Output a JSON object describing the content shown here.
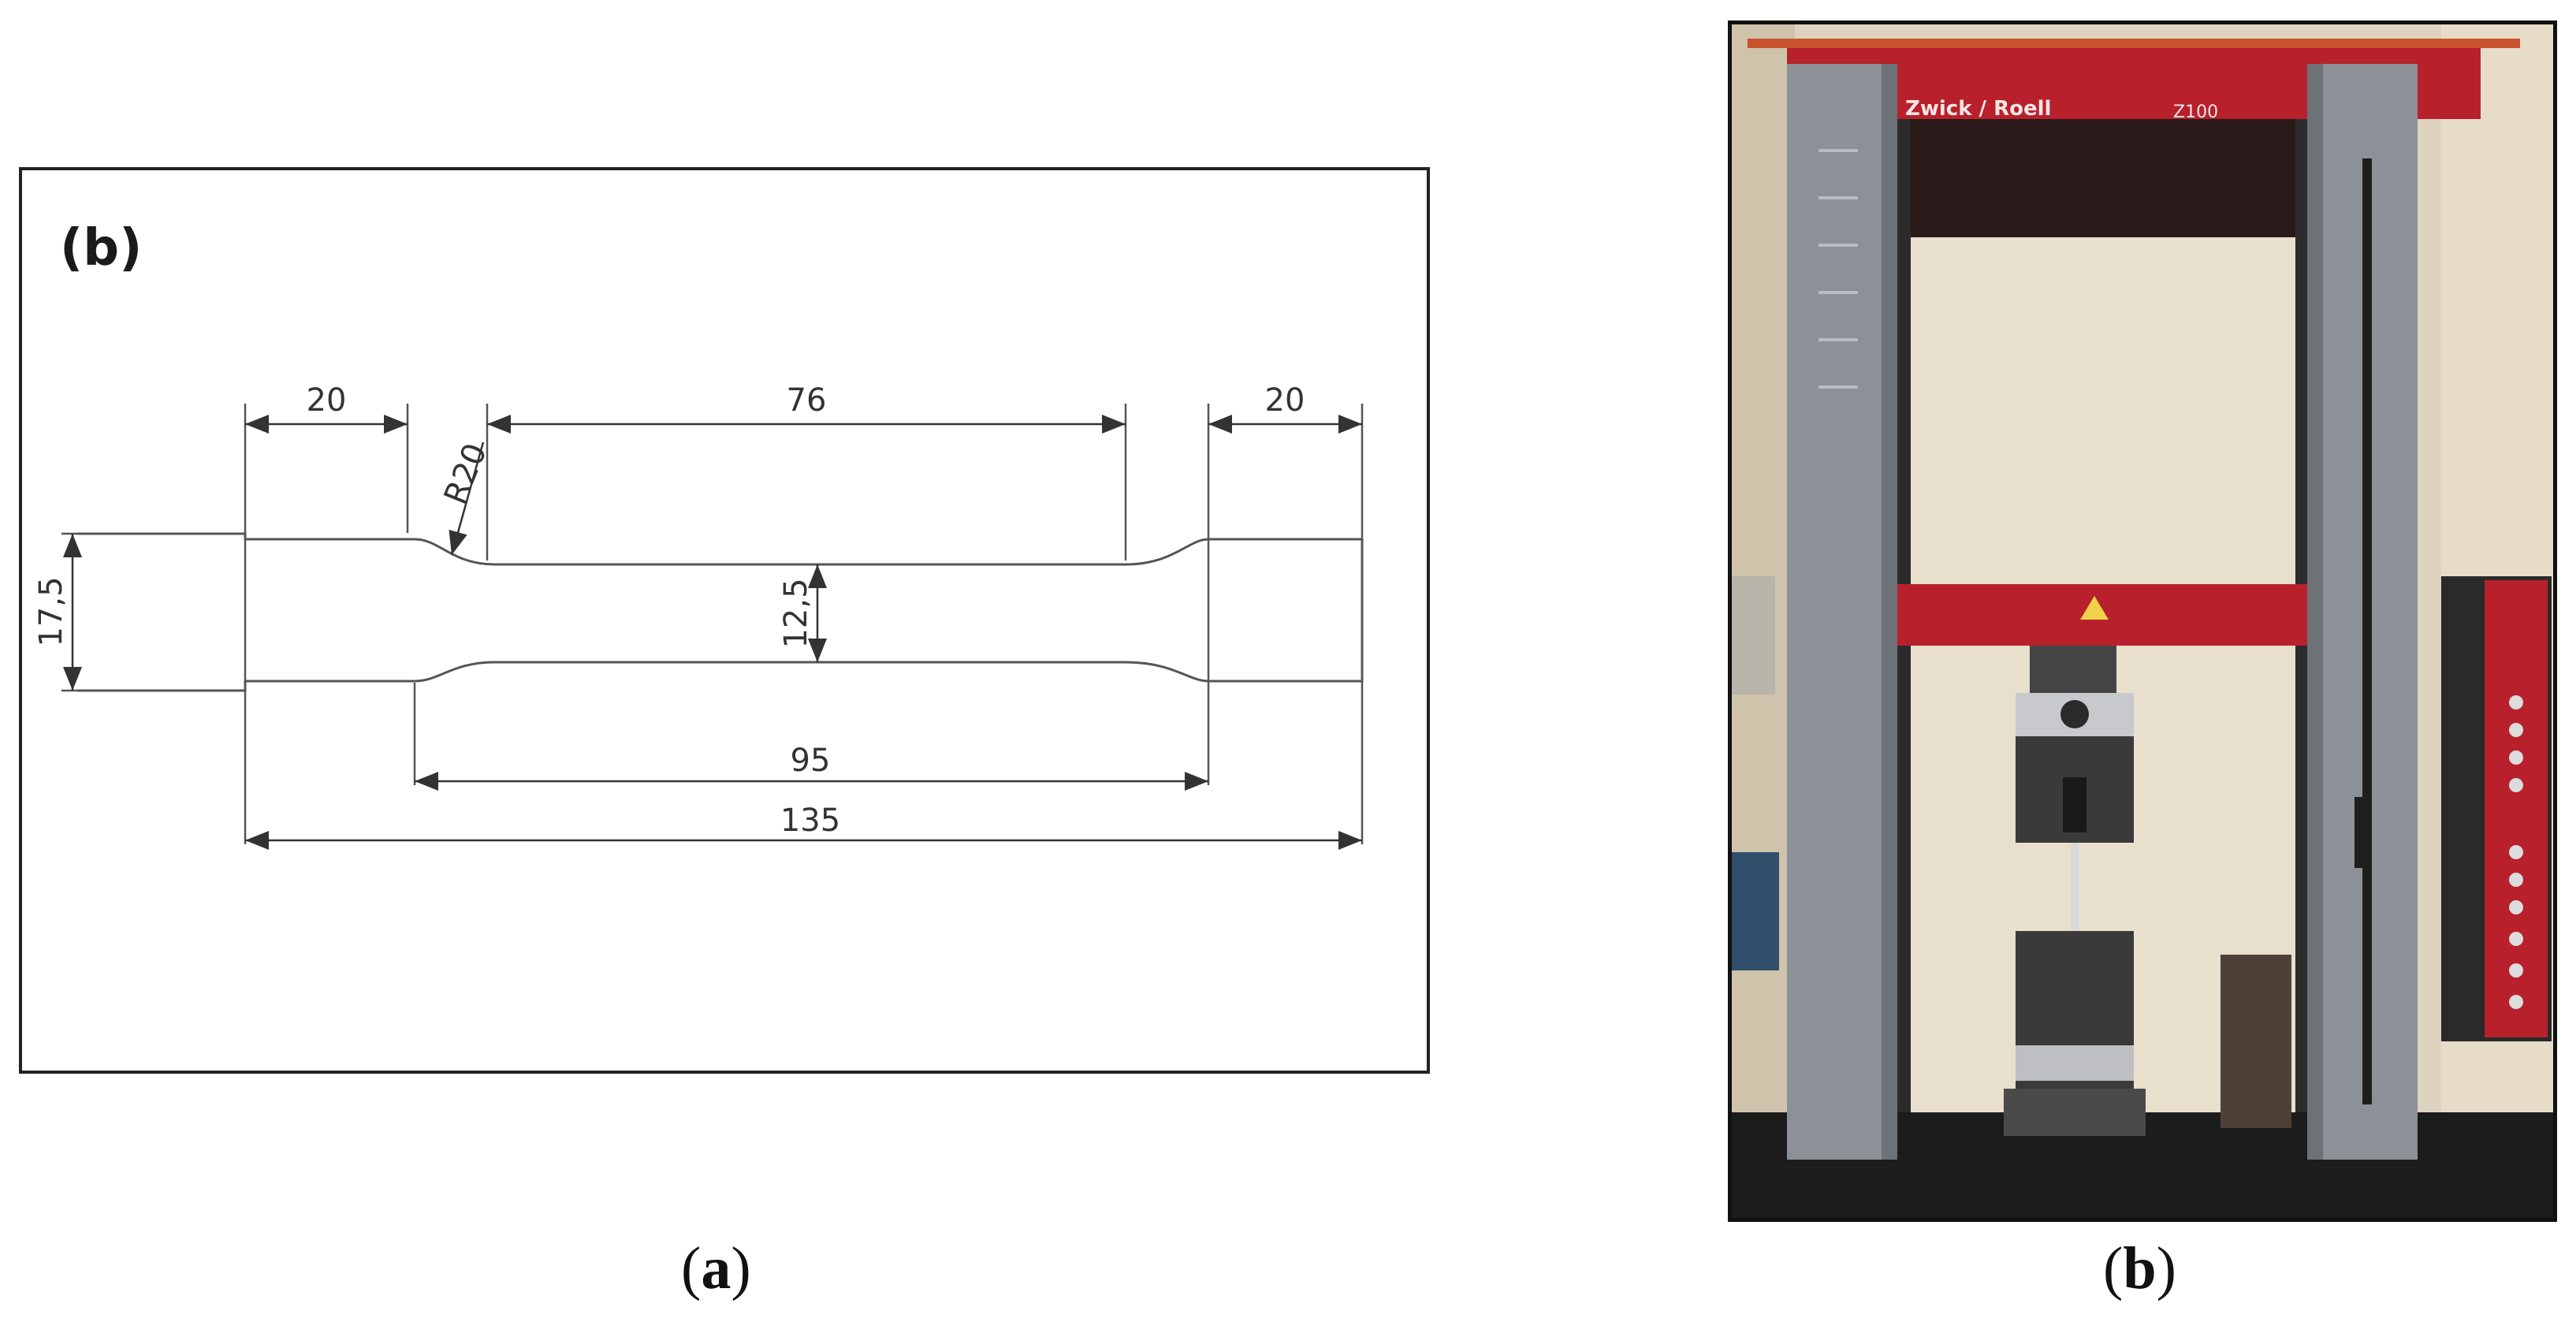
{
  "panel_a": {
    "inner_label": "(b)",
    "dims": {
      "left_grip": "20",
      "gauge": "76",
      "right_grip": "20",
      "radius": "R20",
      "width": "17,5",
      "neck": "12,5",
      "reduced": "95",
      "overall": "135"
    },
    "caption_open": "(",
    "caption_letter": "a",
    "caption_close": ")"
  },
  "panel_b": {
    "brand": "Zwick / Roell",
    "model": "Z100",
    "caption_open": "(",
    "caption_letter": "b",
    "caption_close": ")"
  },
  "colors": {
    "frame_red": "#b8202c",
    "column_grey": "#8b9196",
    "wall": "#ded3bf"
  }
}
